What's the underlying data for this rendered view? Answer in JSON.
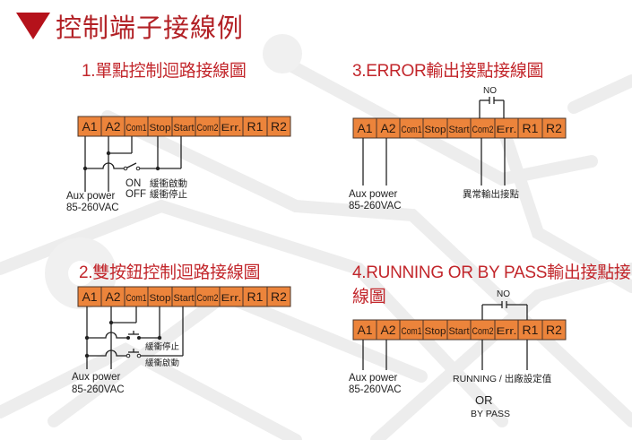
{
  "header": {
    "icon": "triangle-down-icon",
    "title": "控制端子接線例"
  },
  "colors": {
    "accent": "#b5121b",
    "title_red": "#c2262b",
    "terminal_fill": "#ec843b",
    "terminal_border": "#4a3528",
    "wire": "#222222"
  },
  "terminals": [
    "A1",
    "A2",
    "Com1",
    "Stop",
    "Start",
    "Com2",
    "Err.",
    "R1",
    "R2"
  ],
  "sections": [
    {
      "title": "1.單點控制迴路接線圖",
      "labels": {
        "aux_power": "Aux power",
        "voltage": "85-260VAC",
        "on": "ON",
        "off": "OFF",
        "soft_start": "緩衝啟動",
        "soft_stop": "緩衝停止"
      }
    },
    {
      "title": "2.雙按鈕控制迴路接線圖",
      "labels": {
        "aux_power": "Aux power",
        "voltage": "85-260VAC",
        "soft_stop": "緩衝停止",
        "soft_start": "緩衝啟動"
      }
    },
    {
      "title": "3.ERROR輸出接點接線圖",
      "labels": {
        "no": "NO",
        "aux_power": "Aux power",
        "voltage": "85-260VAC",
        "error_contact": "異常輸出接點"
      }
    },
    {
      "title": "4.RUNNING OR BY PASS輸出接點接線圖",
      "labels": {
        "no": "NO",
        "aux_power": "Aux power",
        "voltage": "85-260VAC",
        "running": "RUNNING / 出廠設定值",
        "or": "OR",
        "bypass": "BY PASS"
      }
    }
  ]
}
